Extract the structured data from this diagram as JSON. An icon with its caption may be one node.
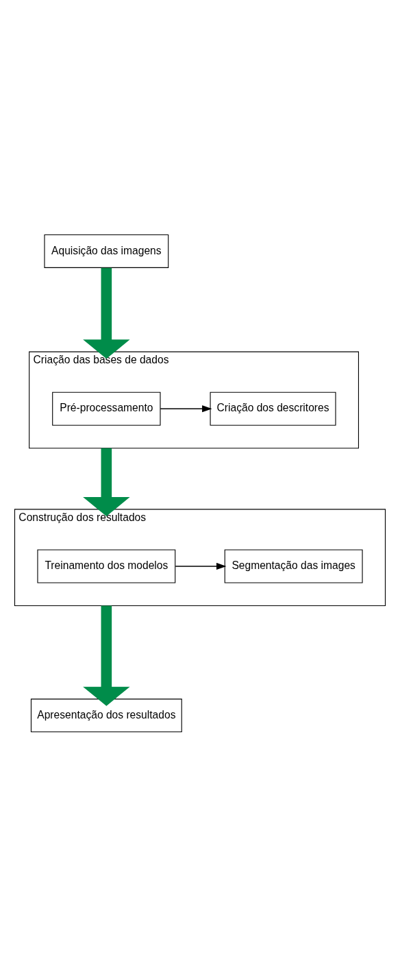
{
  "diagram": {
    "nodes": [
      {
        "text": [
          "Aquisição das imagens"
        ]
      },
      {
        "text": [
          "Criação das bases de dados"
        ]
      },
      {
        "text": [
          "Pré-processamento"
        ],
        "in": 1
      },
      {
        "text": [
          "Criação dos descritores"
        ],
        "in": 1
      },
      {
        "text": [
          "Construção dos resultados"
        ]
      },
      {
        "text": [
          "Treinamento dos modelos"
        ],
        "in": 4
      },
      {
        "text": [
          "Segmentação das images"
        ],
        "in": 4
      },
      {
        "text": [
          "Apresentação dos resultados"
        ]
      }
    ],
    "edges": [
      {
        "from": 0,
        "to": 1,
        "arrow": "to"
      },
      {
        "from": 2,
        "to": 3,
        "arrow": "to",
        "color": "#000000"
      },
      {
        "from": 1,
        "to": 4,
        "arrow": "to"
      },
      {
        "from": 5,
        "to": 6,
        "arrow": "to",
        "color": "#000000"
      },
      {
        "from": 4,
        "to": 7,
        "arrow": "to"
      }
    ]
  }
}
